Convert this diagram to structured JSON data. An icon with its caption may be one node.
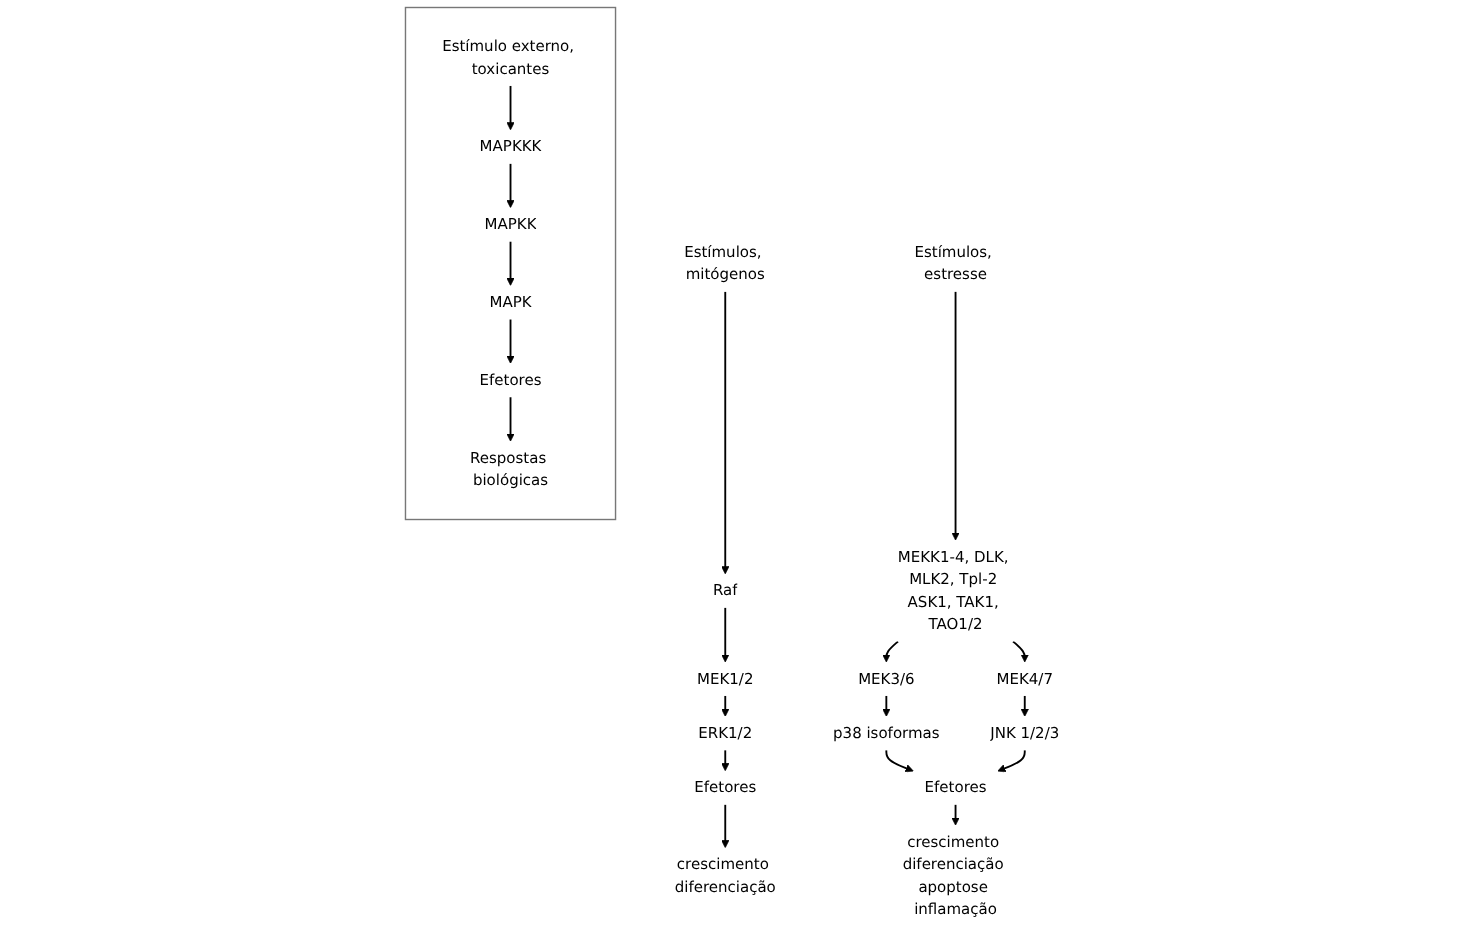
{
  "diagram": {
    "nodes": [
      {
        "text": [],
        "shape": "box"
      },
      {
        "text": [
          "Estímulo externo, toxicantes"
        ],
        "in": 0
      },
      {
        "text": [
          "MAPKKK"
        ],
        "in": 0
      },
      {
        "text": [
          "MAPKK"
        ],
        "in": 0
      },
      {
        "text": [
          "MAPK"
        ],
        "in": 0
      },
      {
        "text": [
          "Efetores"
        ],
        "in": 0
      },
      {
        "text": [
          "Respostas biológicas"
        ],
        "in": 0
      },
      {
        "text": [
          "Estímulos, mitógenos"
        ]
      },
      {
        "text": [
          "Raf"
        ]
      },
      {
        "text": [
          "MEK1/2"
        ]
      },
      {
        "text": [
          "ERK1/2"
        ]
      },
      {
        "text": [
          "Efetores"
        ]
      },
      {
        "text": [
          "crescimento diferenciação"
        ]
      },
      {
        "text": [
          "Estímulos, estresse"
        ]
      },
      {
        "text": [
          "MEKK1-4, DLK, MLK2, Tpl-2 ASK1, TAK1, TAO1/2"
        ]
      },
      {
        "text": [
          "MEK3/6"
        ]
      },
      {
        "text": [
          "MEK4/7"
        ]
      },
      {
        "text": [
          "p38 isoformas"
        ]
      },
      {
        "text": [
          "JNK 1/2/3"
        ]
      },
      {
        "text": [
          "Efetores"
        ]
      },
      {
        "text": [
          "crescimento diferenciação apoptose inflamação"
        ]
      }
    ],
    "edges": [
      {
        "from": 1,
        "to": 2,
        "arrow": "to"
      },
      {
        "from": 2,
        "to": 3,
        "arrow": "to"
      },
      {
        "from": 3,
        "to": 4,
        "arrow": "to"
      },
      {
        "from": 4,
        "to": 5,
        "arrow": "to"
      },
      {
        "from": 5,
        "to": 6,
        "arrow": "to"
      },
      {
        "from": 7,
        "to": 8,
        "arrow": "to"
      },
      {
        "from": 8,
        "to": 9,
        "arrow": "to"
      },
      {
        "from": 9,
        "to": 10,
        "arrow": "to"
      },
      {
        "from": 10,
        "to": 11,
        "arrow": "to"
      },
      {
        "from": 11,
        "to": 12,
        "arrow": "to"
      },
      {
        "from": 13,
        "to": 14,
        "arrow": "to"
      },
      {
        "from": 14,
        "to": 15,
        "arrow": "to"
      },
      {
        "from": 14,
        "to": 16,
        "arrow": "to"
      },
      {
        "from": 15,
        "to": 17,
        "arrow": "to"
      },
      {
        "from": 16,
        "to": 18,
        "arrow": "to"
      },
      {
        "from": 17,
        "to": 19,
        "arrow": "to"
      },
      {
        "from": 18,
        "to": 19,
        "arrow": "to"
      },
      {
        "from": 19,
        "to": 20,
        "arrow": "to"
      }
    ]
  }
}
